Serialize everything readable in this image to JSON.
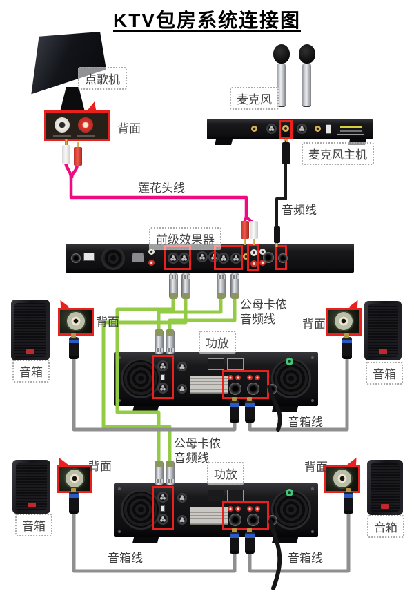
{
  "title": "KTV包房系统连接图",
  "labels": {
    "song_machine": "点歌机",
    "back": "背面",
    "microphone": "麦克风",
    "mic_receiver": "麦克风主机",
    "rca_cable": "莲花头线",
    "audio_cable": "音频线",
    "effects_processor": "前级效果器",
    "xlr_cable_l1": "公母卡侬",
    "xlr_cable_l2": "音频线",
    "amplifier": "功放",
    "speaker": "音箱",
    "speaker_cable": "音箱线"
  },
  "colors": {
    "highlight_box": "#e8201e",
    "rca_cable": "#ee0b80",
    "audio_cable": "#1a1a1a",
    "xlr_cable": "#93cc44",
    "speaker_cable": "#8f8f8f"
  },
  "connections": [
    {
      "from": "点歌机",
      "to": "前级效果器",
      "cable": "莲花头线"
    },
    {
      "from": "麦克风主机",
      "to": "前级效果器",
      "cable": "音频线"
    },
    {
      "from": "前级效果器",
      "to": "功放(上)",
      "cable": "公母卡侬音频线"
    },
    {
      "from": "前级效果器",
      "to": "功放(下)",
      "cable": "公母卡侬音频线"
    },
    {
      "from": "功放(上)",
      "to": "音箱(上左/上右)",
      "cable": "音箱线"
    },
    {
      "from": "功放(下)",
      "to": "音箱(下左/下右)",
      "cable": "音箱线"
    }
  ]
}
